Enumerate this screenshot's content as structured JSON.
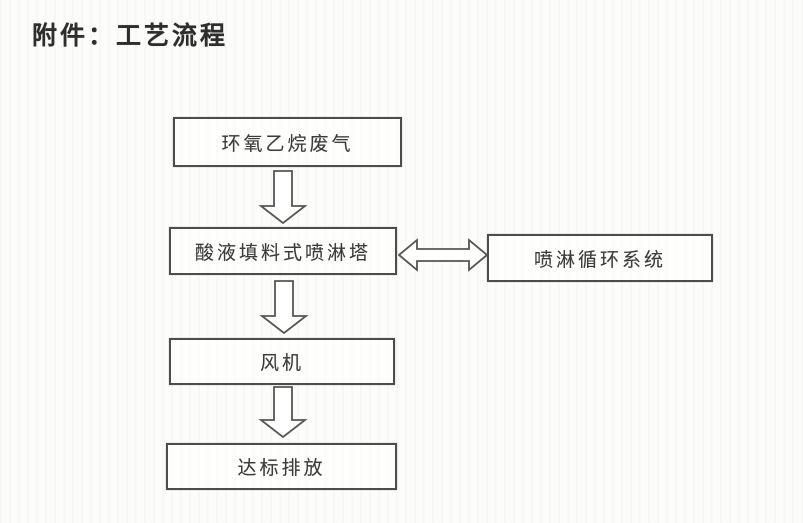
{
  "page": {
    "title": "附件：工艺流程",
    "background_color": "#fcfcfa",
    "ink_color": "#3c3c3a",
    "border_color": "#4d4d4a"
  },
  "flow": {
    "nodes": [
      {
        "id": "waste-gas",
        "label": "环氧乙烷废气"
      },
      {
        "id": "spray-tower",
        "label": "酸液填料式喷淋塔"
      },
      {
        "id": "circulation",
        "label": "喷淋循环系统"
      },
      {
        "id": "fan",
        "label": "风机"
      },
      {
        "id": "discharge",
        "label": "达标排放"
      }
    ],
    "edges": [
      {
        "from": "waste-gas",
        "to": "spray-tower",
        "type": "down-arrow"
      },
      {
        "from": "spray-tower",
        "to": "circulation",
        "type": "double-headed-arrow"
      },
      {
        "from": "spray-tower",
        "to": "fan",
        "type": "down-arrow"
      },
      {
        "from": "fan",
        "to": "discharge",
        "type": "down-arrow"
      }
    ]
  }
}
